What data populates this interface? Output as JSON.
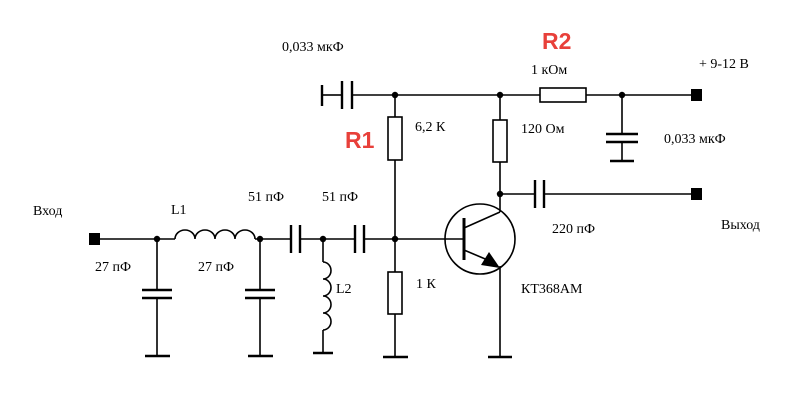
{
  "labels": {
    "input": "Вход",
    "output": "Выход",
    "supply": "+ 9-12 В",
    "l1": "L1",
    "l2": "L2",
    "c_in": "27 пФ",
    "c_mid": "27 пФ",
    "c_series1": "51 пФ",
    "c_series2": "51 пФ",
    "c_top": "0,033 мкФ",
    "c_supply": "0,033 мкФ",
    "c_out": "220 пФ",
    "r1_value": "6,2 К",
    "r2_value": "1 кОм",
    "r_bottom": "1 К",
    "r_collector": "120 Ом",
    "transistor": "КТ368АМ"
  },
  "markers": {
    "r1": "R1",
    "r2": "R2",
    "color": "#e8403a"
  }
}
